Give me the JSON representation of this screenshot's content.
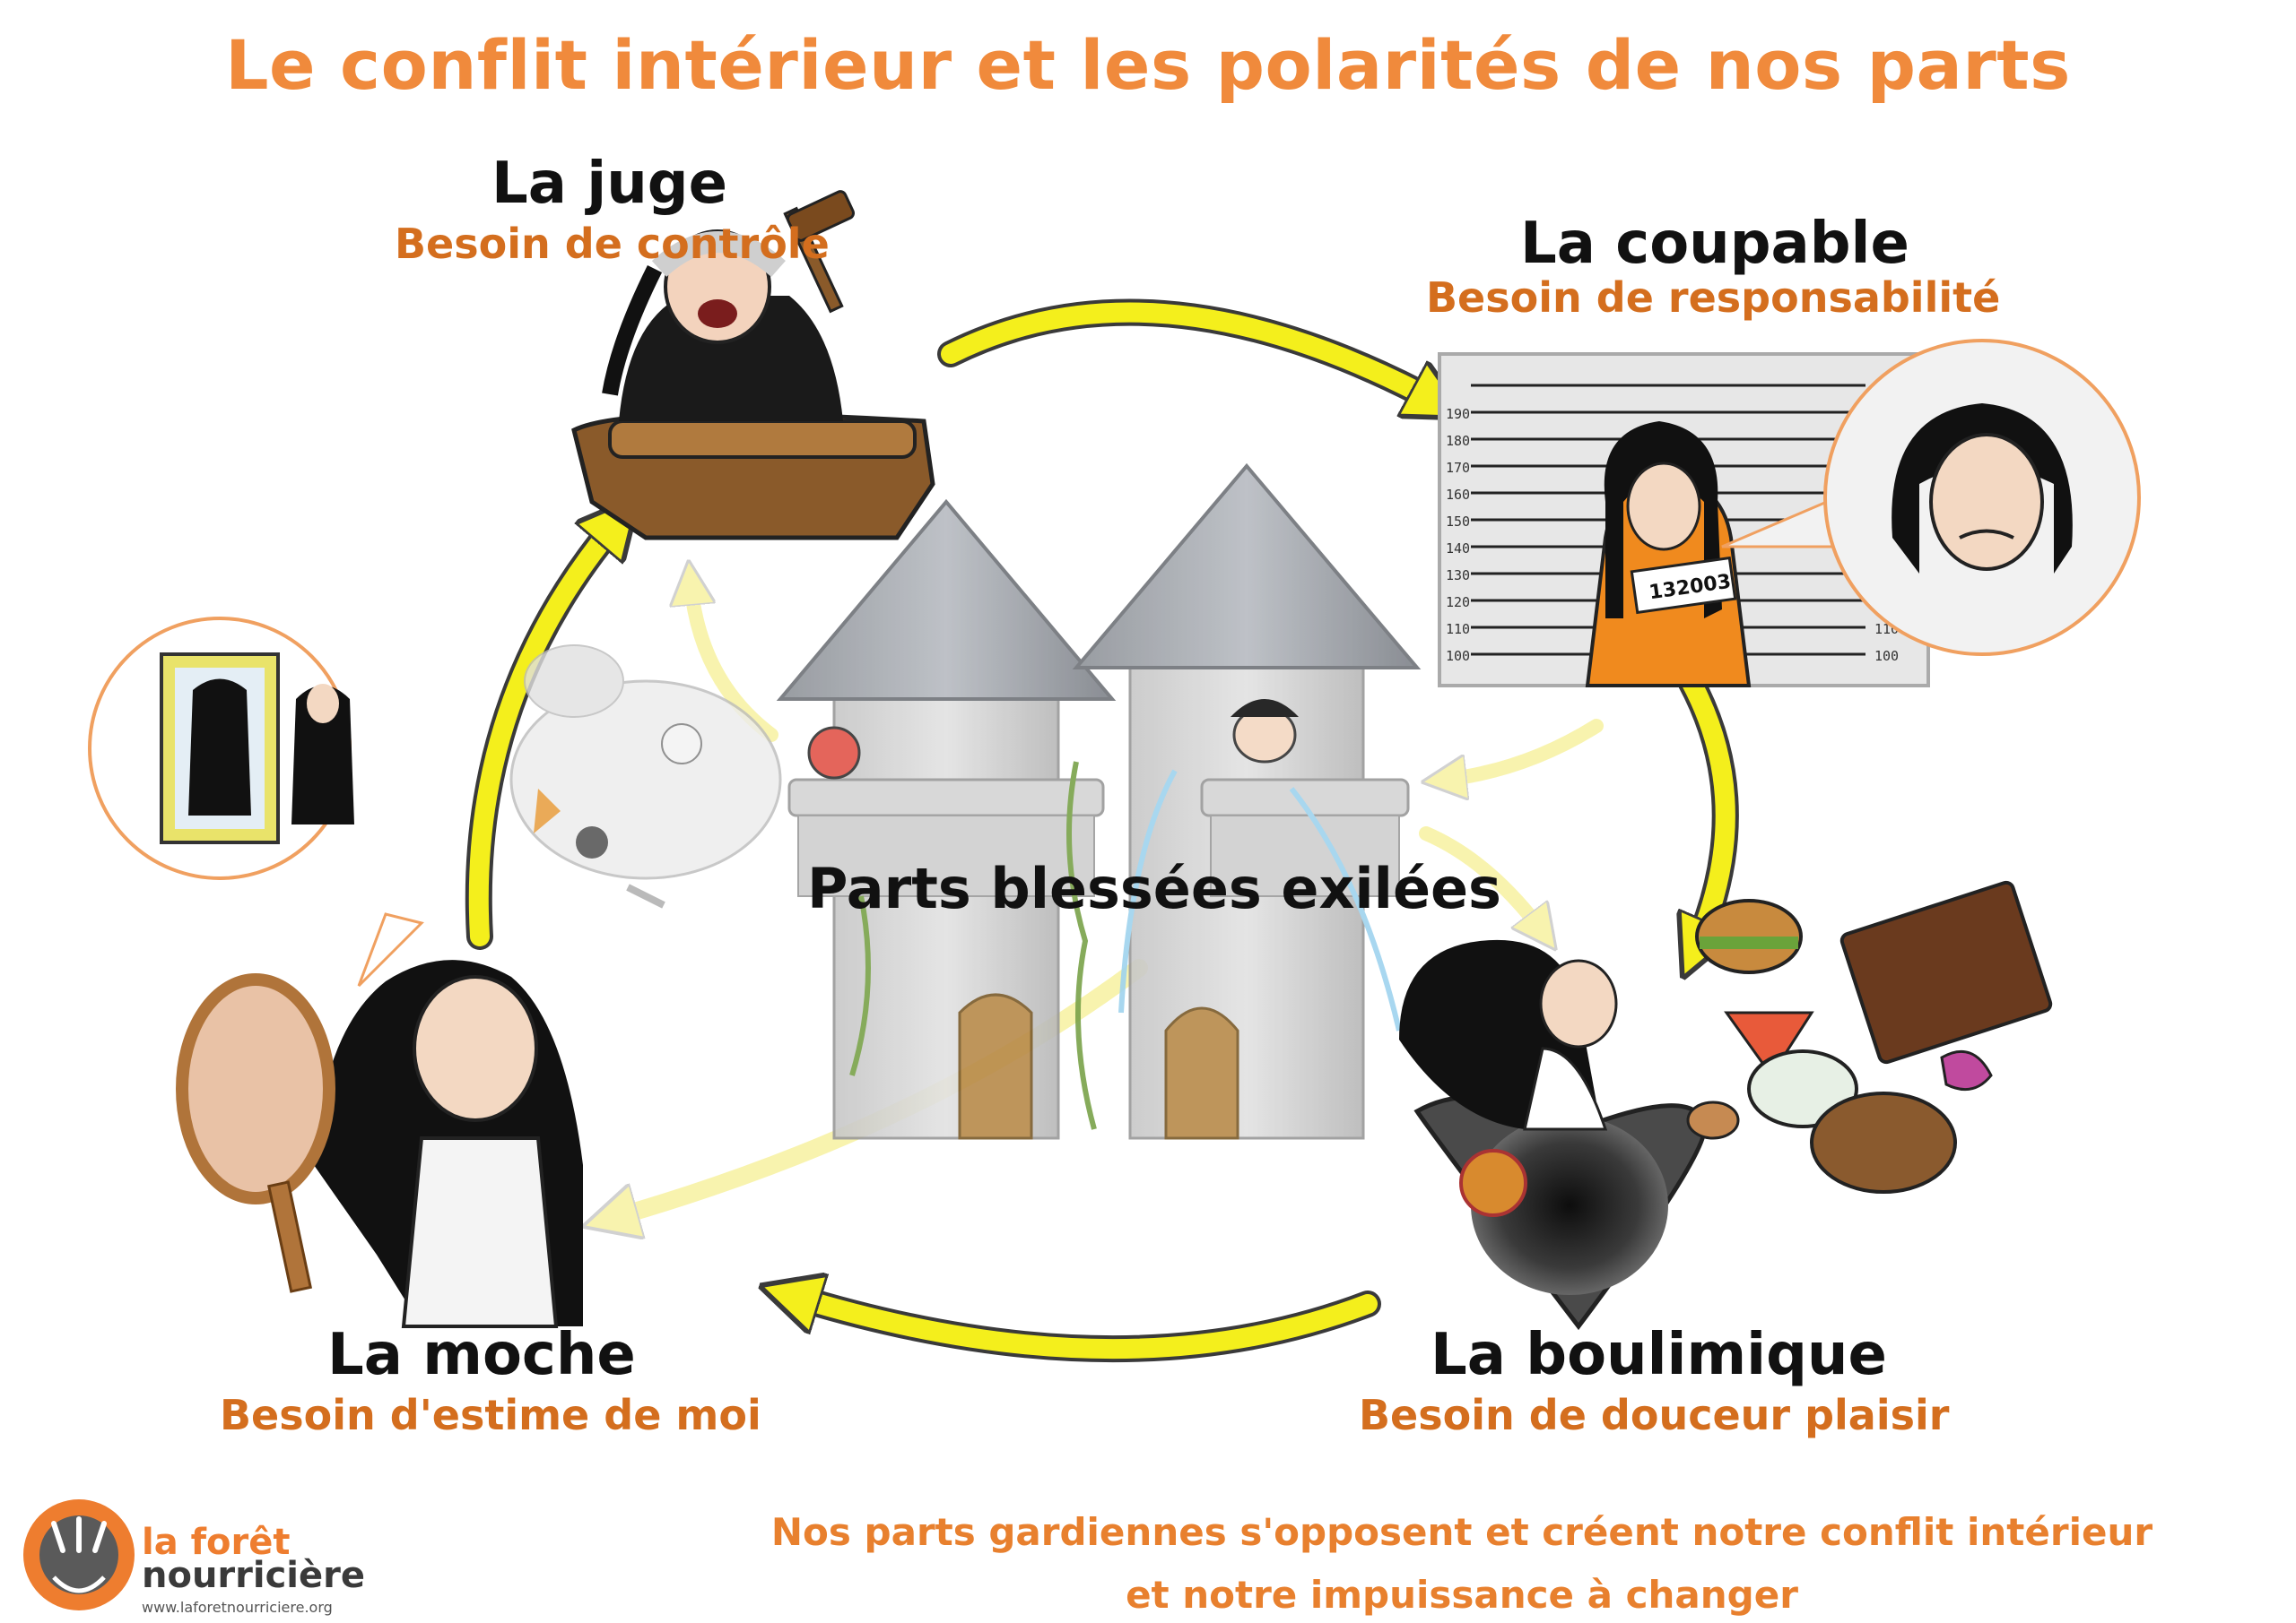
{
  "title": "Le conflit intérieur et les polarités de nos parts",
  "center_label": "Parts blessées exilées",
  "roles": {
    "juge": {
      "name": "La juge",
      "need": "Besoin de contrôle"
    },
    "coupable": {
      "name": "La coupable",
      "need": "Besoin de responsabilité"
    },
    "boulimique": {
      "name": "La boulimique",
      "need": "Besoin de douceur plaisir"
    },
    "moche": {
      "name": "La moche",
      "need": "Besoin d'estime de moi"
    }
  },
  "mugshot": {
    "heights_left": [
      "190",
      "180",
      "170",
      "160",
      "150",
      "140",
      "130",
      "120",
      "110",
      "100"
    ],
    "heights_right": [
      "110",
      "100"
    ],
    "sign_number": "132003"
  },
  "footer": {
    "line1": "Nos parts  gardiennes s'opposent et créent notre conflit intérieur",
    "line2": "et notre impuissance à changer"
  },
  "brand": {
    "name_top": "la forêt",
    "name_bottom": "nourricière",
    "url": "www.laforetnourriciere.org"
  },
  "colors": {
    "title": "#f08a3c",
    "need_text": "#d46e1e",
    "arrow": "#f4ef1c",
    "arrow_outline": "#3a3a3a",
    "prison_orange": "#f08a1e"
  }
}
